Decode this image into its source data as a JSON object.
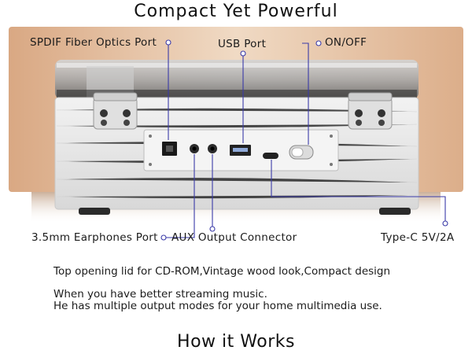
{
  "headings": {
    "top": "Compact Yet Powerful",
    "bottom": "How it Works"
  },
  "callouts": {
    "spdif": "SPDIF Fiber Optics Port",
    "usb": "USB Port",
    "onoff": "ON/OFF",
    "earphones": "3.5mm Earphones Port",
    "aux": "AUX Output Connector",
    "typec": "Type-C 5V/2A"
  },
  "description": {
    "line1": "Top opening lid for CD-ROM,Vintage wood look,Compact design",
    "line2": "When you have better streaming music.",
    "line3": "He has multiple output modes for your home multimedia use."
  },
  "colors": {
    "callout_line": "#3a3aa8",
    "backdrop": "#e8c8a8",
    "body": "#e9e9e9"
  }
}
